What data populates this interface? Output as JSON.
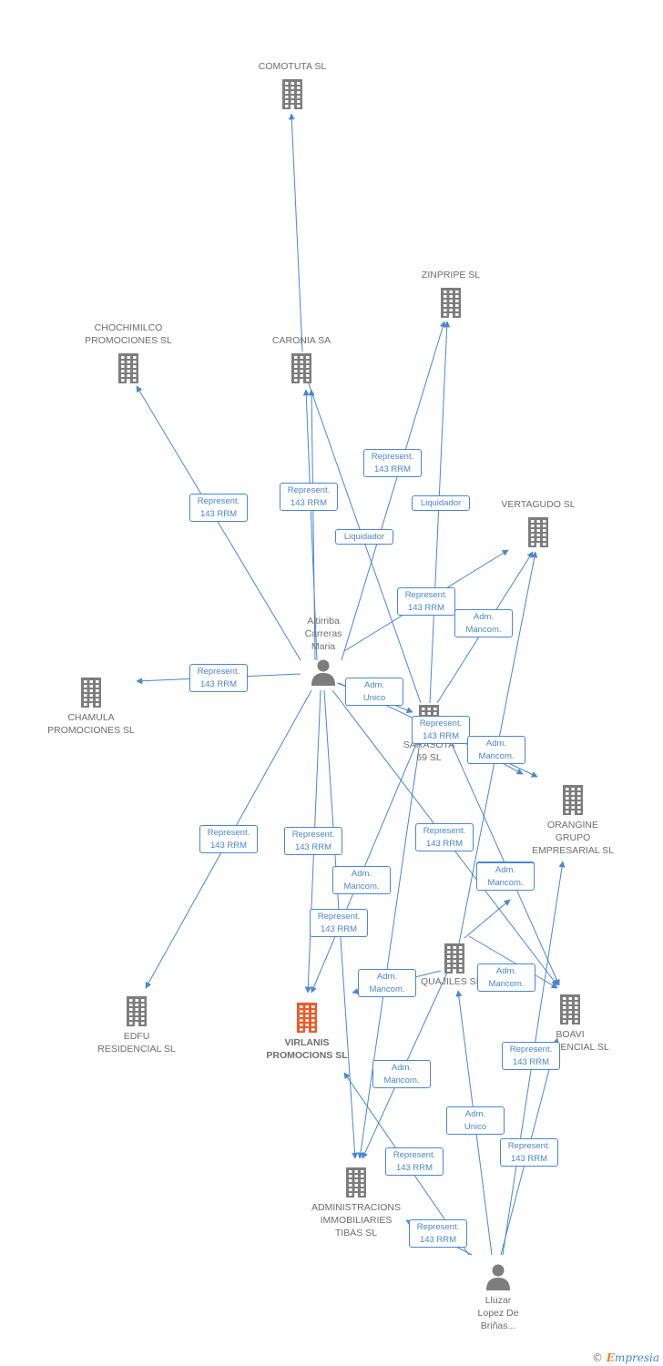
{
  "colors": {
    "edge": "#4a86d4",
    "node": "#7d7d7d",
    "highlight": "#f15a24",
    "text": "#6e6e6e"
  },
  "nodes": [
    {
      "id": "comotuta",
      "type": "company",
      "icon": "building-icon",
      "lines": [
        "COMOTUTA SL"
      ]
    },
    {
      "id": "zinpripe",
      "type": "company",
      "icon": "building-icon",
      "lines": [
        "ZINPRIPE SL"
      ]
    },
    {
      "id": "chochimilco",
      "type": "company",
      "icon": "building-icon",
      "lines": [
        "CHOCHIMILCO",
        "PROMOCIONES SL"
      ]
    },
    {
      "id": "caronia",
      "type": "company",
      "icon": "building-icon",
      "lines": [
        "CARONIA SA"
      ]
    },
    {
      "id": "vertagudo",
      "type": "company",
      "icon": "building-icon",
      "lines": [
        "VERTAGUDO SL"
      ]
    },
    {
      "id": "altirriba",
      "type": "person",
      "icon": "person-icon",
      "lines": [
        "Altirriba",
        "Carreras",
        "Maria"
      ]
    },
    {
      "id": "chamula",
      "type": "company",
      "icon": "building-icon",
      "lines": [
        "CHAMULA",
        "PROMOCIONES SL"
      ]
    },
    {
      "id": "sarasota",
      "type": "company",
      "icon": "building-icon",
      "lines": [
        "SARASOTA",
        "69 SL"
      ]
    },
    {
      "id": "orangine",
      "type": "company",
      "icon": "building-icon",
      "lines": [
        "ORANGINE",
        "GRUPO",
        "EMPRESARIAL SL"
      ]
    },
    {
      "id": "quajiles",
      "type": "company",
      "icon": "building-icon",
      "lines": [
        "QUAJILES SL"
      ]
    },
    {
      "id": "edfu",
      "type": "company",
      "icon": "building-icon",
      "lines": [
        "EDFU",
        "RESIDENCIAL SL"
      ]
    },
    {
      "id": "virlanis",
      "type": "company",
      "icon": "building-icon",
      "highlight": true,
      "lines": [
        "VIRLANIS",
        "PROMOCIONS SL"
      ]
    },
    {
      "id": "boavi",
      "type": "company",
      "icon": "building-icon",
      "lines": [
        "BOAVI",
        "RESIDENCIAL SL"
      ]
    },
    {
      "id": "administracions",
      "type": "company",
      "icon": "building-icon",
      "lines": [
        "ADMINISTRACIONS",
        "IMMOBILIARIES",
        "TIBAS SL"
      ]
    },
    {
      "id": "lluzar",
      "type": "person",
      "icon": "person-icon",
      "lines": [
        "Lluzar",
        "Lopez De",
        "Briñas..."
      ]
    }
  ],
  "edges": [
    {
      "from": "caronia",
      "to": "comotuta"
    },
    {
      "from": "altirriba",
      "to": "caronia",
      "lines": [
        "Represent.",
        "143 RRM"
      ]
    },
    {
      "from": "altirriba",
      "to": "caronia"
    },
    {
      "from": "altirriba",
      "to": "chochimilco",
      "lines": [
        "Represent.",
        "143 RRM"
      ]
    },
    {
      "from": "altirriba",
      "to": "zinpripe",
      "lines": [
        "Represent.",
        "143 RRM"
      ]
    },
    {
      "from": "sarasota",
      "to": "zinpripe",
      "lines": [
        "Liquidador"
      ]
    },
    {
      "from": "sarasota",
      "to": "caronia",
      "lines": [
        "Liquidador"
      ]
    },
    {
      "from": "altirriba",
      "to": "vertagudo",
      "lines": [
        "Represent.",
        "143 RRM"
      ]
    },
    {
      "from": "sarasota",
      "to": "vertagudo",
      "lines": [
        "Adm.",
        "Mancom."
      ]
    },
    {
      "from": "quajiles",
      "to": "vertagudo"
    },
    {
      "from": "altirriba",
      "to": "chamula",
      "lines": [
        "Represent.",
        "143 RRM"
      ]
    },
    {
      "from": "altirriba",
      "to": "sarasota",
      "lines": [
        "Adm.",
        "Unico"
      ]
    },
    {
      "from": "altirriba",
      "to": "orangine",
      "lines": [
        "Represent.",
        "143 RRM"
      ]
    },
    {
      "from": "sarasota",
      "to": "orangine",
      "lines": [
        "Adm.",
        "Mancom."
      ]
    },
    {
      "from": "altirriba",
      "to": "edfu",
      "lines": [
        "Represent.",
        "143 RRM"
      ]
    },
    {
      "from": "altirriba",
      "to": "virlanis",
      "lines": [
        "Represent.",
        "143 RRM"
      ]
    },
    {
      "from": "sarasota",
      "to": "virlanis",
      "lines": [
        "Adm.",
        "Mancom."
      ]
    },
    {
      "from": "altirriba",
      "to": "administracions",
      "lines": [
        "Represent.",
        "143 RRM"
      ]
    },
    {
      "from": "sarasota",
      "to": "administracions"
    },
    {
      "from": "altirriba",
      "to": "boavi",
      "lines": [
        "Represent.",
        "143 RRM"
      ]
    },
    {
      "from": "sarasota",
      "to": "boavi",
      "lines": [
        "Adm.",
        "Mancom."
      ]
    },
    {
      "from": "quajiles",
      "to": "boavi",
      "lines": [
        "Adm.",
        "Mancom."
      ]
    },
    {
      "from": "quajiles",
      "to": "virlanis",
      "lines": [
        "Adm.",
        "Mancom."
      ]
    },
    {
      "from": "quajiles",
      "to": "administracions",
      "lines": [
        "Adm.",
        "Mancom."
      ]
    },
    {
      "from": "lluzar",
      "to": "quajiles",
      "lines": [
        "Adm.",
        "Unico"
      ]
    },
    {
      "from": "lluzar",
      "to": "virlanis",
      "lines": [
        "Represent.",
        "143 RRM"
      ]
    },
    {
      "from": "lluzar",
      "to": "administracions",
      "lines": [
        "Represent.",
        "143 RRM"
      ]
    },
    {
      "from": "lluzar",
      "to": "orangine",
      "lines": [
        "Represent.",
        "143 RRM"
      ]
    },
    {
      "from": "lluzar",
      "to": "boavi",
      "lines": [
        "Represent.",
        "143 RRM"
      ]
    },
    {
      "from": "quajiles",
      "to": "orangine",
      "lines": [
        "Adm.",
        "Mancom."
      ]
    }
  ],
  "copyright": {
    "symbol": "©",
    "brand_initial": "E",
    "brand_rest": "mpresia"
  }
}
